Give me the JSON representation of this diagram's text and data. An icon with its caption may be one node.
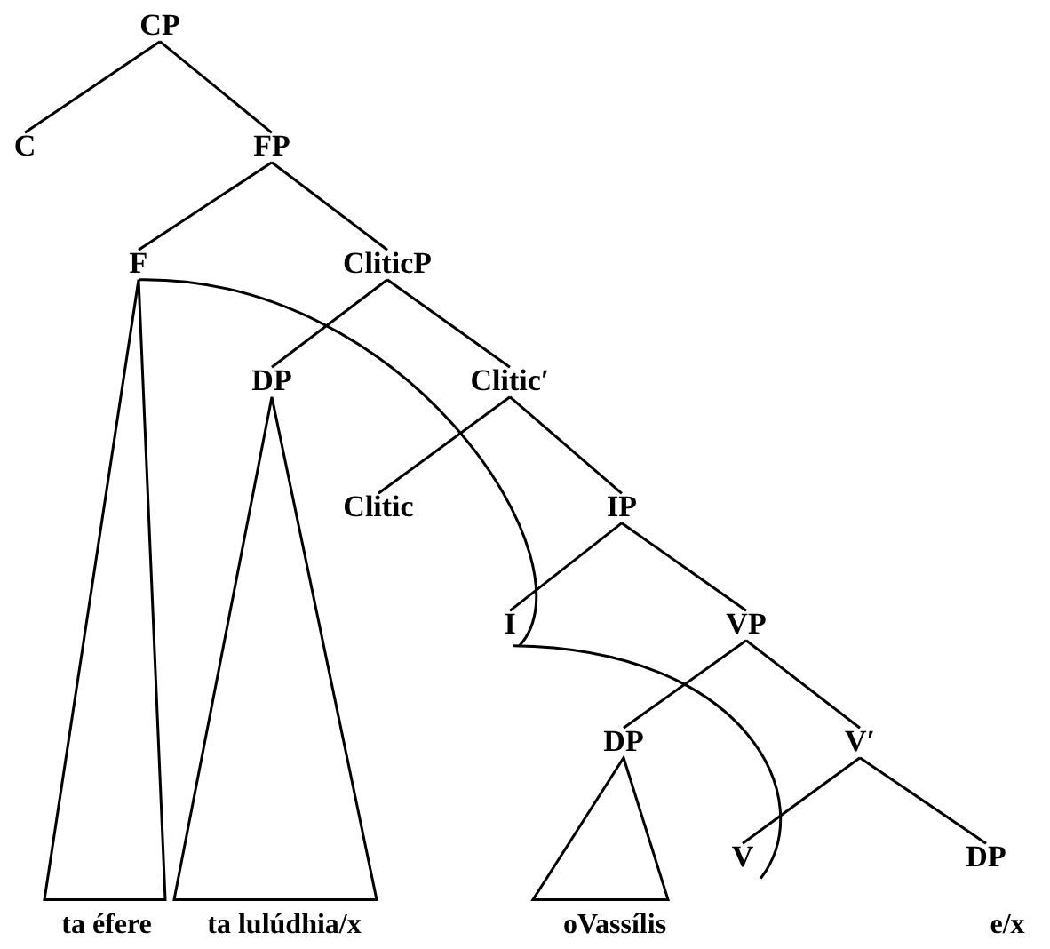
{
  "diagram": {
    "nodes": [
      {
        "text": [
          "CP"
        ]
      },
      {
        "text": [
          "C"
        ]
      },
      {
        "text": [
          "FP"
        ]
      },
      {
        "text": [
          "F"
        ]
      },
      {
        "text": [
          "CliticP"
        ]
      },
      {
        "text": [
          "DP"
        ]
      },
      {
        "text": [
          "Clitic′"
        ]
      },
      {
        "text": [
          "Clitic"
        ]
      },
      {
        "text": [
          "IP"
        ]
      },
      {
        "text": [
          "I"
        ]
      },
      {
        "text": [
          "VP"
        ]
      },
      {
        "text": [
          "DP"
        ]
      },
      {
        "text": [
          "V′"
        ]
      },
      {
        "text": [
          "V"
        ]
      },
      {
        "text": [
          "DP"
        ],
        "beside": [
          "e/x"
        ]
      },
      {
        "text": [
          "ta éfere"
        ]
      },
      {
        "text": [
          "ta lulúdhia/x"
        ]
      },
      {
        "text": [
          "oVassílis"
        ]
      }
    ],
    "edges": [
      {
        "from": 0,
        "to": 1,
        "arrow": "none"
      },
      {
        "from": 0,
        "to": 2,
        "arrow": "none"
      },
      {
        "from": 2,
        "to": 3,
        "arrow": "none"
      },
      {
        "from": 2,
        "to": 4,
        "arrow": "none"
      },
      {
        "from": 4,
        "to": 5,
        "arrow": "none"
      },
      {
        "from": 4,
        "to": 6,
        "arrow": "none"
      },
      {
        "from": 6,
        "to": 7,
        "arrow": "none"
      },
      {
        "from": 6,
        "to": 8,
        "arrow": "none"
      },
      {
        "from": 8,
        "to": 9,
        "arrow": "none"
      },
      {
        "from": 8,
        "to": 10,
        "arrow": "none"
      },
      {
        "from": 10,
        "to": 11,
        "arrow": "none"
      },
      {
        "from": 10,
        "to": 12,
        "arrow": "none"
      },
      {
        "from": 12,
        "to": 13,
        "arrow": "none"
      },
      {
        "from": 12,
        "to": 14,
        "arrow": "none"
      },
      {
        "from": 3,
        "to": 15,
        "arrow": "none"
      },
      {
        "from": 5,
        "to": 16,
        "arrow": "none"
      },
      {
        "from": 11,
        "to": 17,
        "arrow": "none"
      },
      {
        "from": 13,
        "to": 9,
        "arrow": "none"
      },
      {
        "from": 9,
        "to": 3,
        "arrow": "none"
      }
    ]
  }
}
